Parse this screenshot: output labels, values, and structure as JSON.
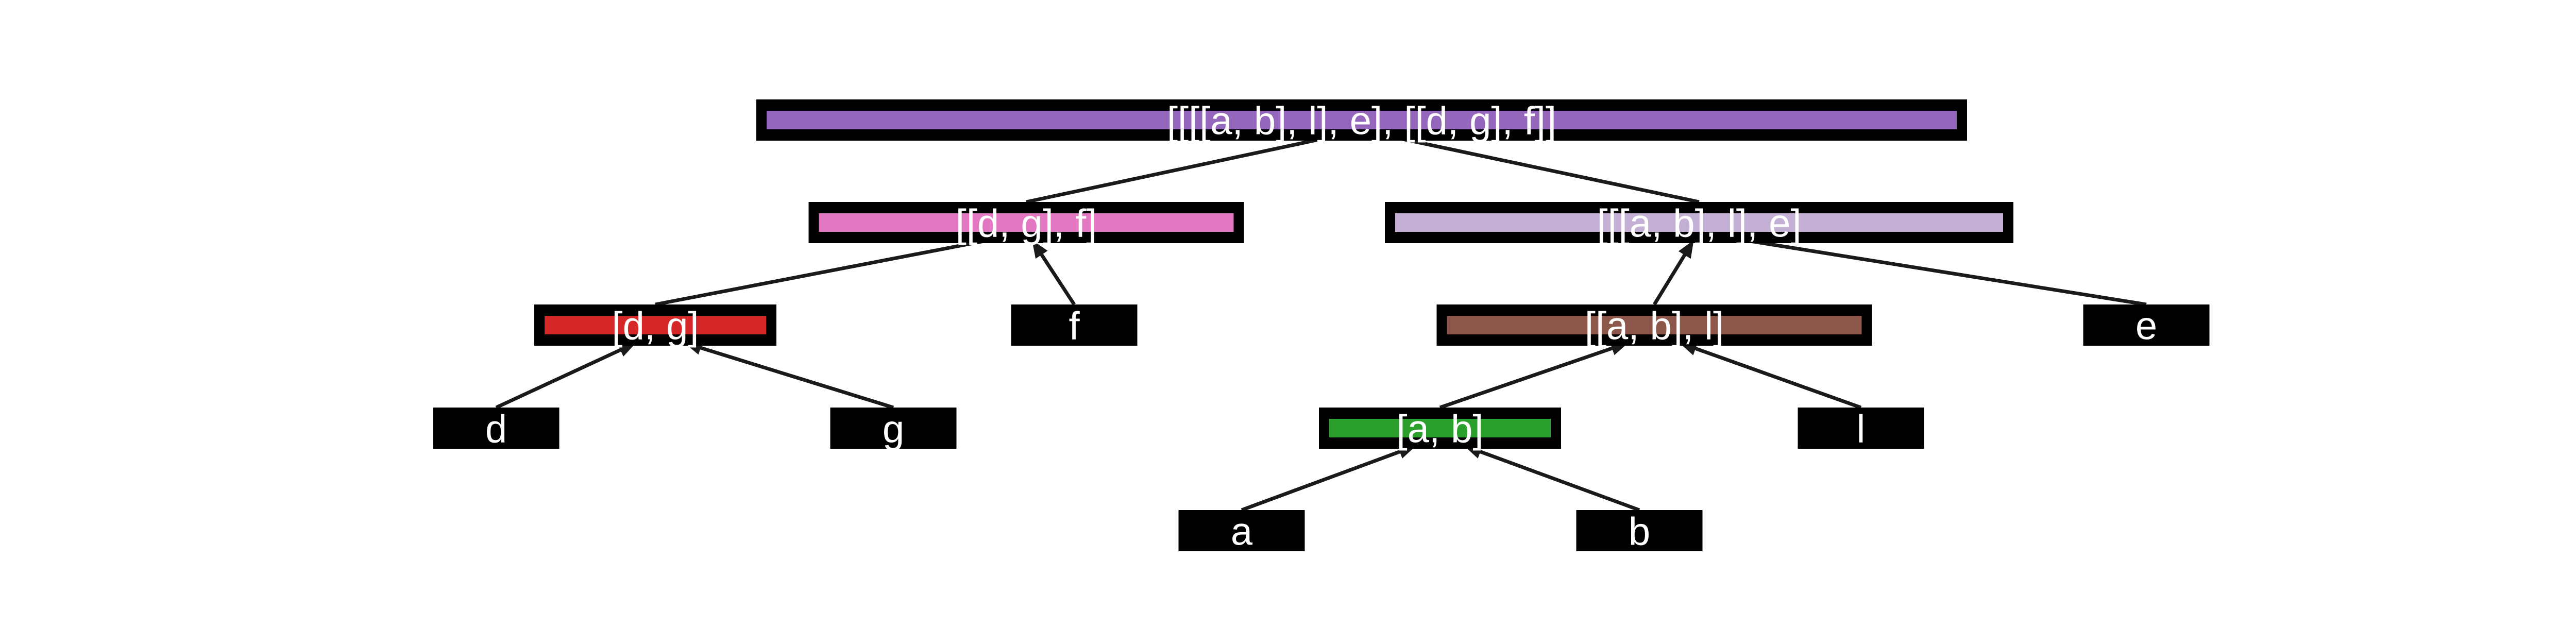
{
  "diagram": {
    "colors": {
      "background": "#ffffff",
      "node_border": "#000000",
      "leaf_fill": "#000000",
      "text": "#ffffff",
      "edge": "#1a1a1a"
    },
    "nodes": {
      "root": {
        "label": "[[[[a, b], l], e], [[d, g], f]]",
        "color": "#9467bd"
      },
      "dgf": {
        "label": "[[d, g], f]",
        "color": "#e377c2"
      },
      "abl_e": {
        "label": "[[[a, b], l], e]",
        "color": "#c5b0d5"
      },
      "dg": {
        "label": "[d, g]",
        "color": "#d62728"
      },
      "f": {
        "label": "f"
      },
      "abl": {
        "label": "[[a, b], l]",
        "color": "#8c564b"
      },
      "e": {
        "label": "e"
      },
      "d": {
        "label": "d"
      },
      "g": {
        "label": "g"
      },
      "ab": {
        "label": "[a, b]",
        "color": "#2ca02c"
      },
      "l": {
        "label": "l"
      },
      "a": {
        "label": "a"
      },
      "b": {
        "label": "b"
      }
    },
    "edges": [
      {
        "from": "dgf",
        "to": "root",
        "arrow": false
      },
      {
        "from": "abl_e",
        "to": "root",
        "arrow": false
      },
      {
        "from": "dg",
        "to": "dgf",
        "arrow": false
      },
      {
        "from": "f",
        "to": "dgf",
        "arrow": true
      },
      {
        "from": "abl",
        "to": "abl_e",
        "arrow": true
      },
      {
        "from": "e",
        "to": "abl_e",
        "arrow": false
      },
      {
        "from": "d",
        "to": "dg",
        "arrow": true
      },
      {
        "from": "g",
        "to": "dg",
        "arrow": true
      },
      {
        "from": "ab",
        "to": "abl",
        "arrow": true
      },
      {
        "from": "l",
        "to": "abl",
        "arrow": true
      },
      {
        "from": "a",
        "to": "ab",
        "arrow": true
      },
      {
        "from": "b",
        "to": "ab",
        "arrow": true
      }
    ]
  }
}
